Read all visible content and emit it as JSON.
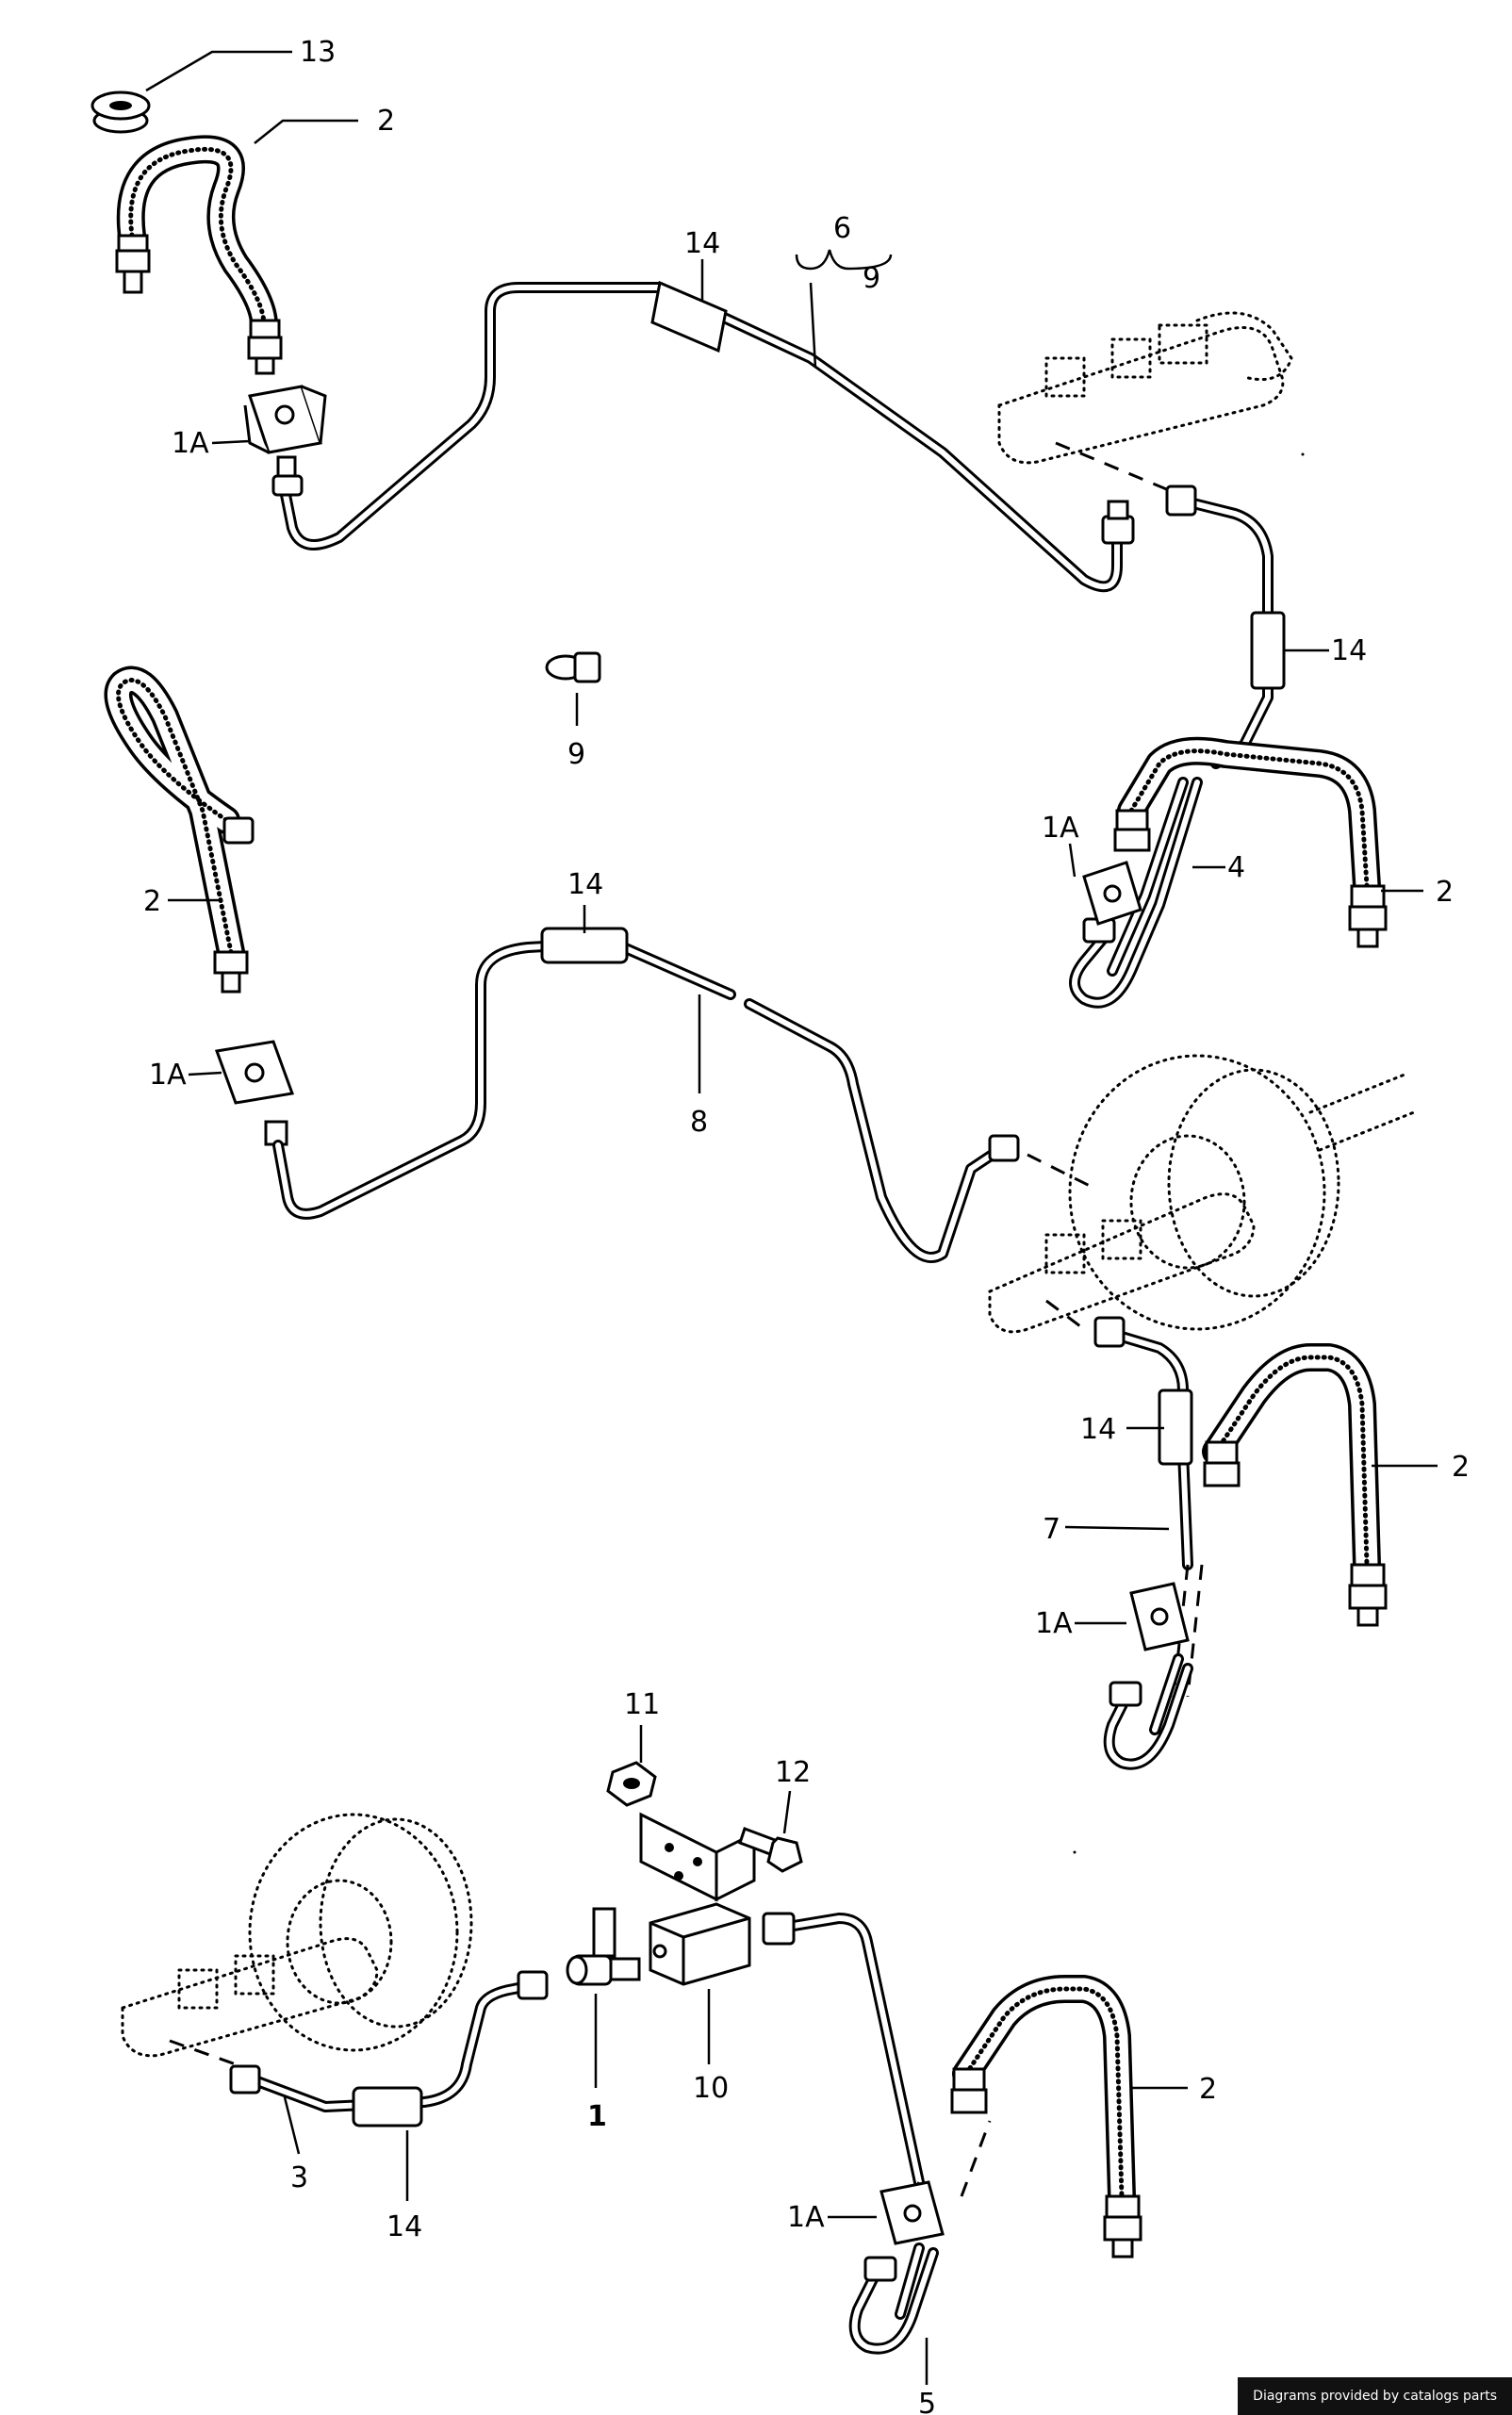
{
  "labels": {
    "l13": "13",
    "l2a": "2",
    "l14a": "14",
    "l6": "6",
    "l9a": "9",
    "l1Aa": "1A",
    "l14b": "14",
    "l9b": "9",
    "l1Ab": "1A",
    "l4": "4",
    "l2b": "2",
    "l2c": "2",
    "l14c": "14",
    "l1Ac": "1A",
    "l8": "8",
    "l14d": "14",
    "l2d": "2",
    "l7": "7",
    "l1Ad": "1A",
    "l11": "11",
    "l12": "12",
    "l2e": "2",
    "l1": "1",
    "l10": "10",
    "l3": "3",
    "l14e": "14",
    "l1Ae": "1A",
    "l5": "5"
  },
  "credit": "Diagrams provided by catalogs parts"
}
